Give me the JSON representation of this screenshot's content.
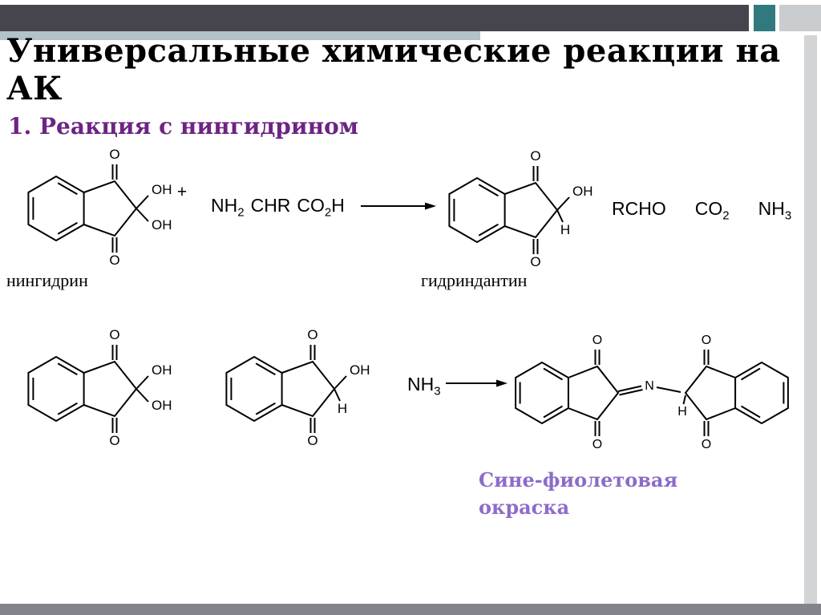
{
  "slide": {
    "title_line1": "Универсальные химические реакции на",
    "title_line2": "АК",
    "subtitle": "1. Реакция с нингидрином",
    "accent_colors": {
      "header_bar": "#46454d",
      "teal_square": "#31797e",
      "light_square": "#c9cdd0",
      "substrip": "#b3c2c6",
      "side_bar": "#d2d4d5",
      "bottom_bar": "#83838b",
      "subtitle_text": "#6d2483",
      "note_text": "#8d6cc8"
    }
  },
  "atoms": {
    "o": "O",
    "oh": "OH",
    "h": "H",
    "n": "N",
    "plus": "+"
  },
  "reaction1": {
    "amino_acid": {
      "nh": "NH",
      "nh_sub": "2",
      "chr": "CHR",
      "co": "CO",
      "co_sub": "2",
      "h": "H"
    },
    "products": {
      "rcho": "RCHO",
      "co": "CO",
      "co_sub": "2",
      "nh": "NH",
      "nh_sub": "3"
    },
    "label_ninhydrin": "нингидрин",
    "label_hydrindantin": "гидриндантин"
  },
  "reaction2": {
    "ammonia_nh": "NH",
    "ammonia_sub": "3",
    "note_line1": "Сине-фиолетовая",
    "note_line2": "окраска"
  }
}
